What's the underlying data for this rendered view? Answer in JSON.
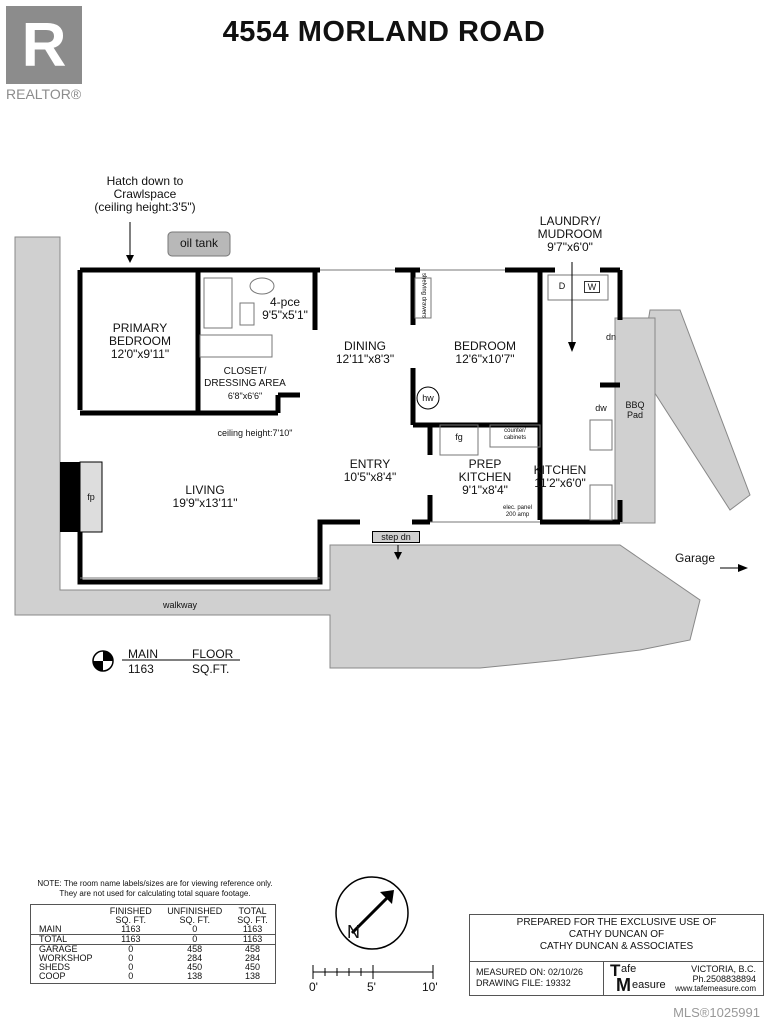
{
  "title": "4554 MORLAND ROAD",
  "logo": {
    "letter": "R",
    "text": "REALTOR®"
  },
  "annotations": {
    "hatch": [
      "Hatch down to",
      "Crawlspace",
      "(ceiling height:3'5\")"
    ],
    "oil_tank": "oil tank",
    "ceiling_height": "ceiling height:7'10\"",
    "step_dn": "step dn",
    "walkway": "walkway",
    "garage": "Garage",
    "bbq_pad": [
      "BBQ",
      "Pad"
    ],
    "dn": "dn",
    "fp": "fp",
    "hw": "hw",
    "fg": "fg",
    "dw": "dw",
    "dryer": "D",
    "washer": "W",
    "counter": [
      "counter/",
      "cabinets"
    ],
    "elec_panel": [
      "elec. panel",
      "200 amp"
    ],
    "shelving": [
      "shelving",
      "drawers"
    ]
  },
  "rooms": {
    "primary_bedroom": {
      "name": [
        "PRIMARY",
        "BEDROOM"
      ],
      "size": "12'0\"x9'11\""
    },
    "bath": {
      "name": "4-pce",
      "size": "9'5\"x5'1\""
    },
    "closet": {
      "name": [
        "CLOSET/",
        "DRESSING AREA"
      ],
      "size": "6'8\"x6'6\""
    },
    "dining": {
      "name": "DINING",
      "size": "12'11\"x8'3\""
    },
    "bedroom": {
      "name": "BEDROOM",
      "size": "12'6\"x10'7\""
    },
    "laundry": {
      "name": [
        "LAUNDRY/",
        "MUDROOM"
      ],
      "size": "9'7\"x6'0\""
    },
    "living": {
      "name": "LIVING",
      "size": "19'9\"x13'11\""
    },
    "entry": {
      "name": "ENTRY",
      "size": "10'5\"x8'4\""
    },
    "prep_kitchen": {
      "name": [
        "PREP",
        "KITCHEN"
      ],
      "size": "9'1\"x8'4\""
    },
    "kitchen": {
      "name": "KITCHEN",
      "size": "11'2\"x6'0\""
    }
  },
  "floor_label": {
    "name": "MAIN",
    "floor": "FLOOR",
    "sqft": "1163",
    "unit": "SQ.FT."
  },
  "note": [
    "NOTE: The room name labels/sizes are for viewing reference only.",
    "They are not used for calculating total square footage."
  ],
  "sqft_table": {
    "headers": [
      [
        "",
        ""
      ],
      [
        "FINISHED",
        "SQ. FT."
      ],
      [
        "UNFINISHED",
        "SQ. FT."
      ],
      [
        "TOTAL",
        "SQ. FT."
      ]
    ],
    "rows": [
      [
        "MAIN",
        "1163",
        "0",
        "1163"
      ],
      [
        "TOTAL",
        "1163",
        "0",
        "1163"
      ],
      [
        "GARAGE",
        "0",
        "458",
        "458"
      ],
      [
        "WORKSHOP",
        "0",
        "284",
        "284"
      ],
      [
        "SHEDS",
        "0",
        "450",
        "450"
      ],
      [
        "COOP",
        "0",
        "138",
        "138"
      ]
    ]
  },
  "compass": {
    "letter": "N"
  },
  "scale": {
    "labels": [
      "0'",
      "5'",
      "10'"
    ]
  },
  "prepared": {
    "lines": [
      "PREPARED FOR THE EXCLUSIVE USE OF",
      "CATHY DUNCAN OF",
      "CATHY DUNCAN & ASSOCIATES"
    ],
    "measured": "MEASURED ON: 02/10/26",
    "drawing_file": "DRAWING FILE:  19332",
    "brand_t": "T",
    "brand_afe": "afe",
    "brand_m": "M",
    "brand_easure": "easure",
    "city": "VICTORIA, B.C.",
    "phone": "Ph.2508838894",
    "website": "www.tafemeasure.com"
  },
  "mls": "MLS®1025991"
}
